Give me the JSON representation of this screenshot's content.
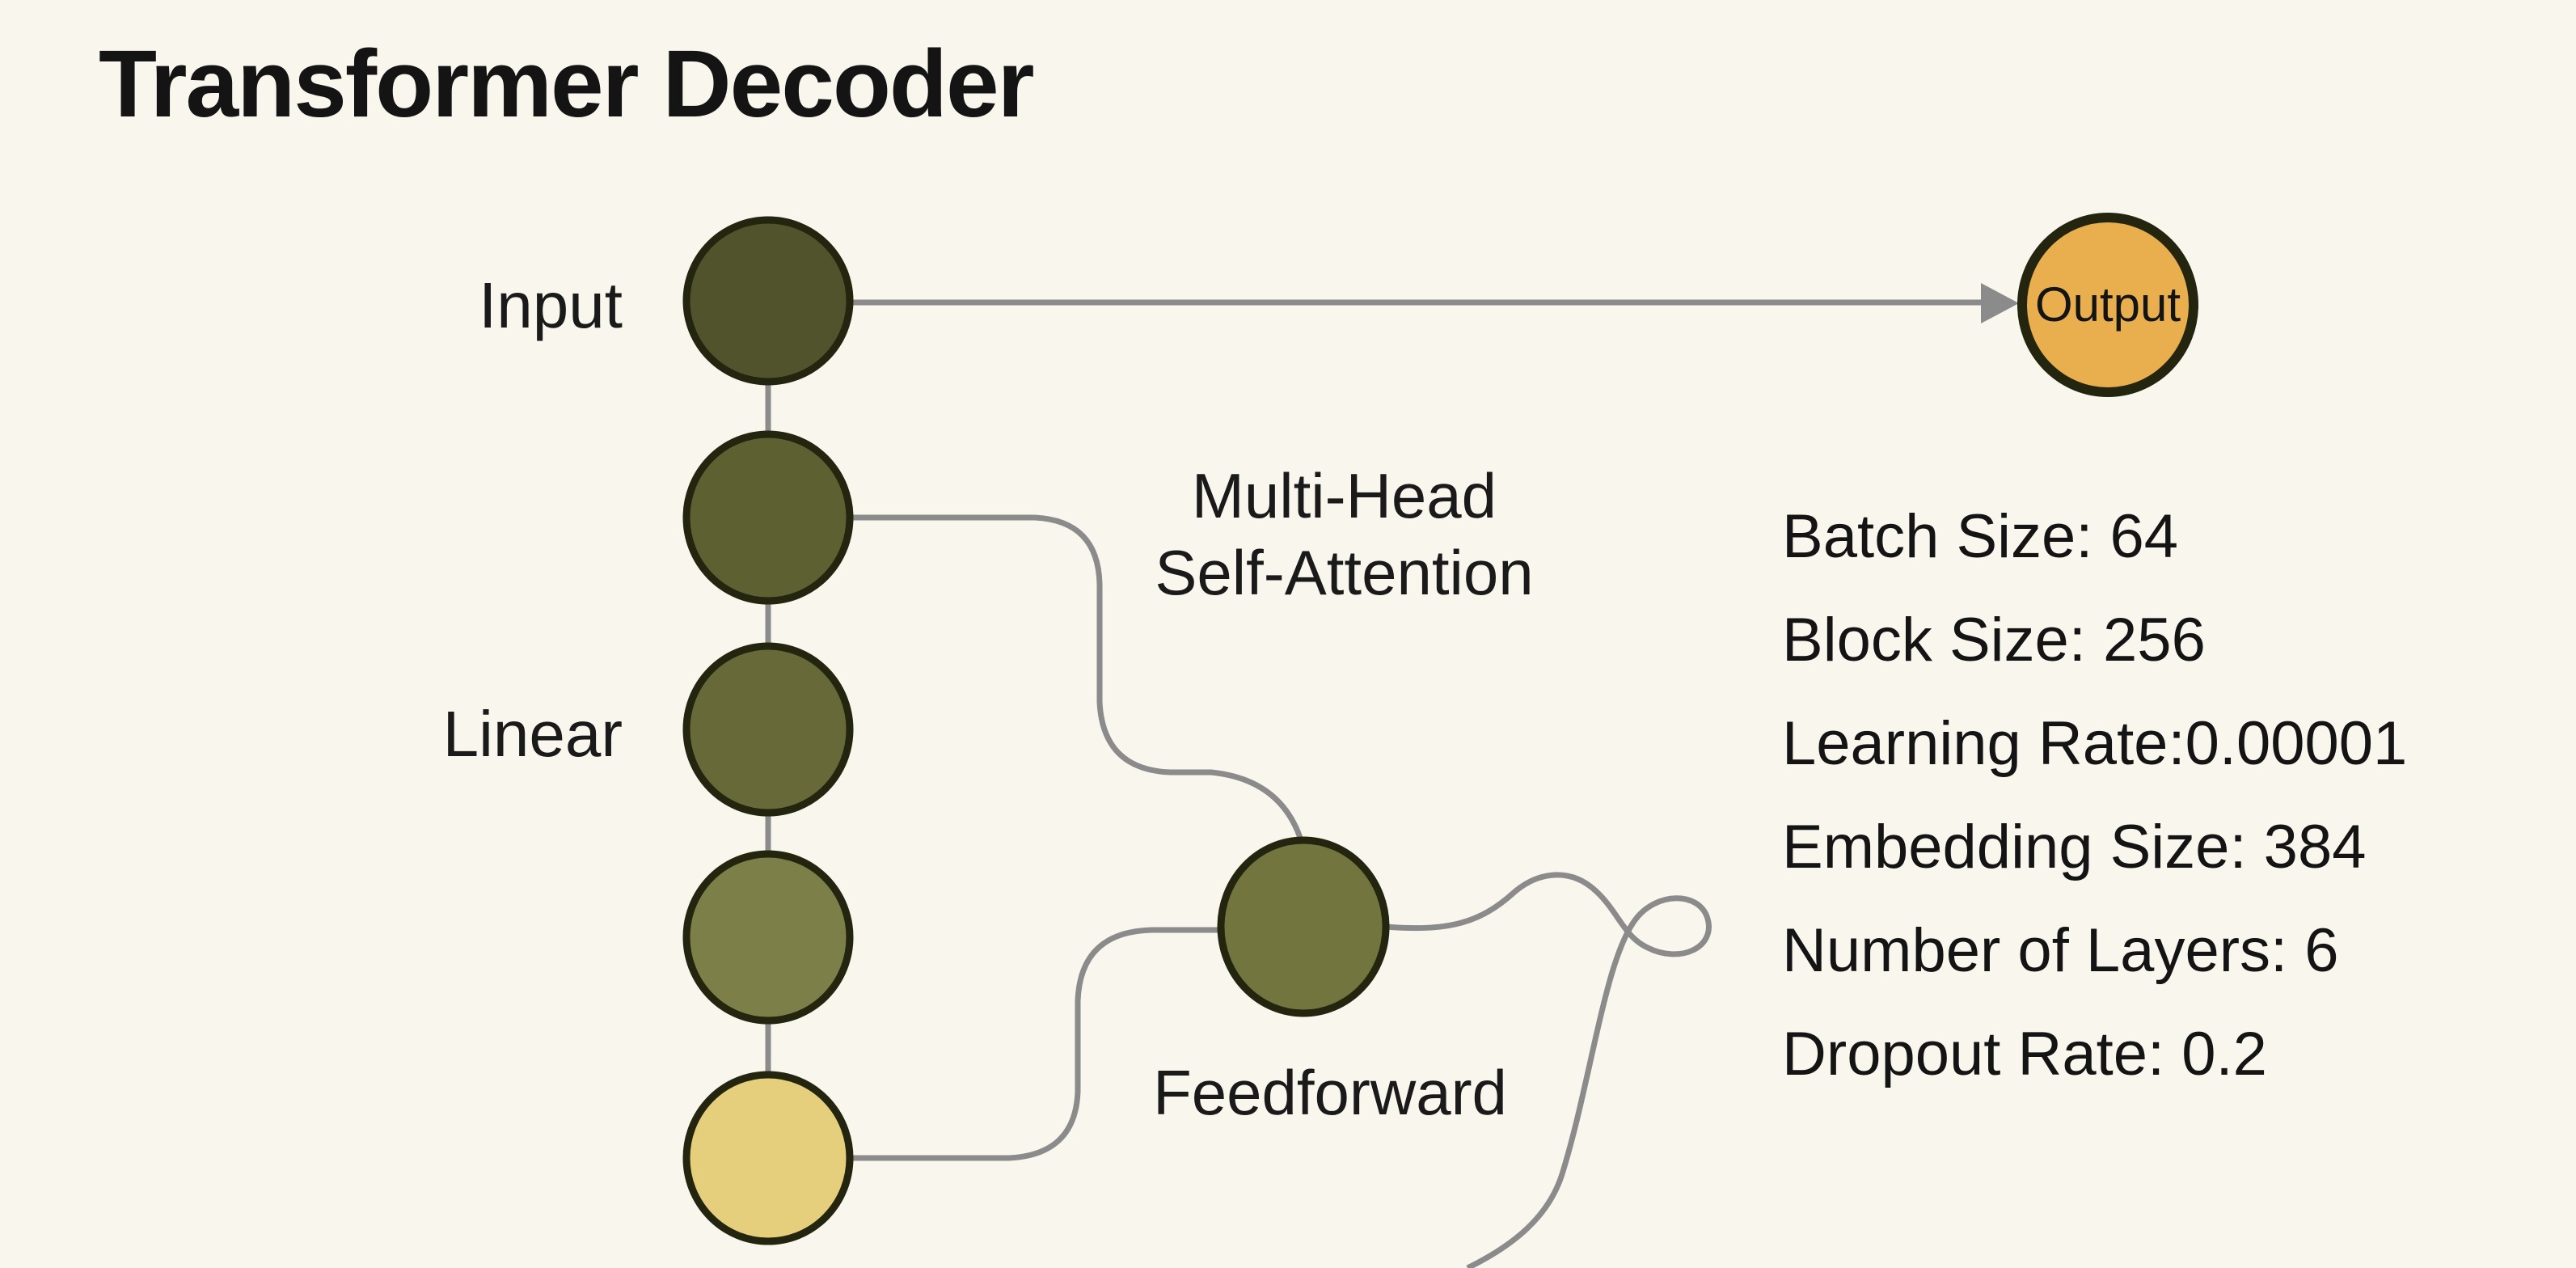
{
  "title": "Transformer Decoder",
  "labels": {
    "input": "Input",
    "linear": "Linear",
    "attention_line1": "Multi-Head",
    "attention_line2": "Self-Attention",
    "feedforward": "Feedforward",
    "output": "Output"
  },
  "params": [
    {
      "label": "Batch Size",
      "value": "64",
      "text": "Batch Size: 64"
    },
    {
      "label": "Block Size",
      "value": "256",
      "text": "Block Size: 256"
    },
    {
      "label": "Learning Rate",
      "value": "0.00001",
      "text": "Learning Rate:0.00001"
    },
    {
      "label": "Embedding Size",
      "value": "384",
      "text": "Embedding Size: 384"
    },
    {
      "label": "Number of Layers",
      "value": "6",
      "text": "Number of Layers: 6"
    },
    {
      "label": "Dropout Rate",
      "value": "0.2",
      "text": "Dropout Rate: 0.2"
    }
  ],
  "colors": {
    "background": "#f9f6ee",
    "node_border": "#23250f",
    "connector_gray": "#8b8b8b",
    "node_input": "#50532b",
    "node_2": "#5d6031",
    "node_linear": "#676a38",
    "node_4": "#7d7f48",
    "node_yellow": "#e5cf7d",
    "node_feedforward": "#73753f",
    "node_output": "#e9ae4e",
    "text": "#161616"
  }
}
